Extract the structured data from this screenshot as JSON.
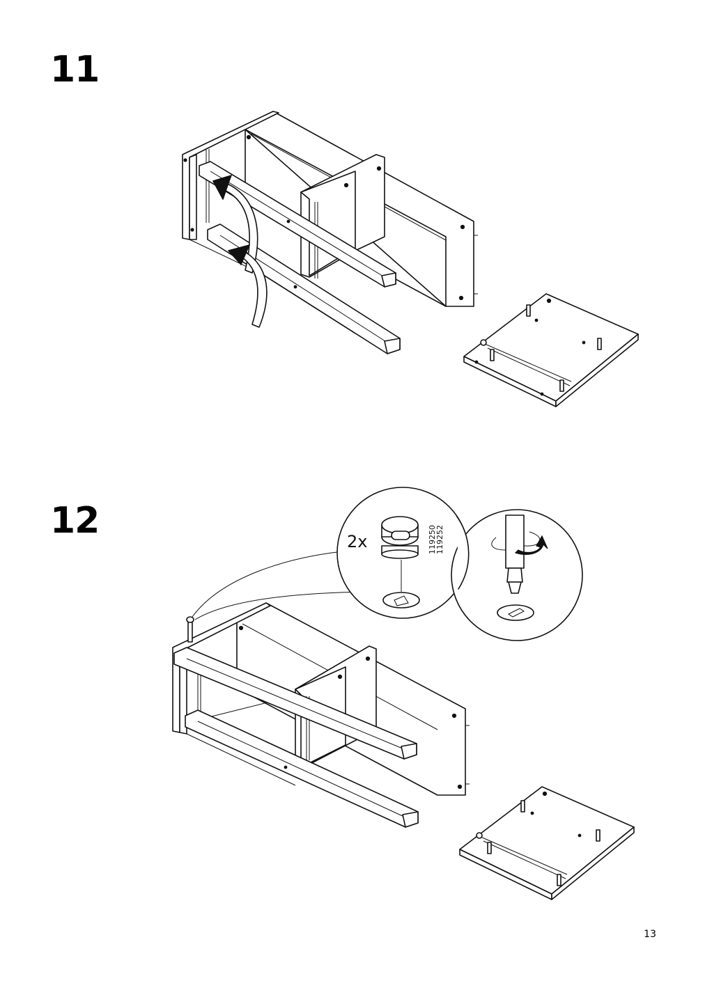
{
  "steps": [
    {
      "number": "11"
    },
    {
      "number": "12",
      "quantity": "2x",
      "part_numbers": [
        "119250",
        "119252"
      ]
    }
  ],
  "page": {
    "number": "13"
  }
}
